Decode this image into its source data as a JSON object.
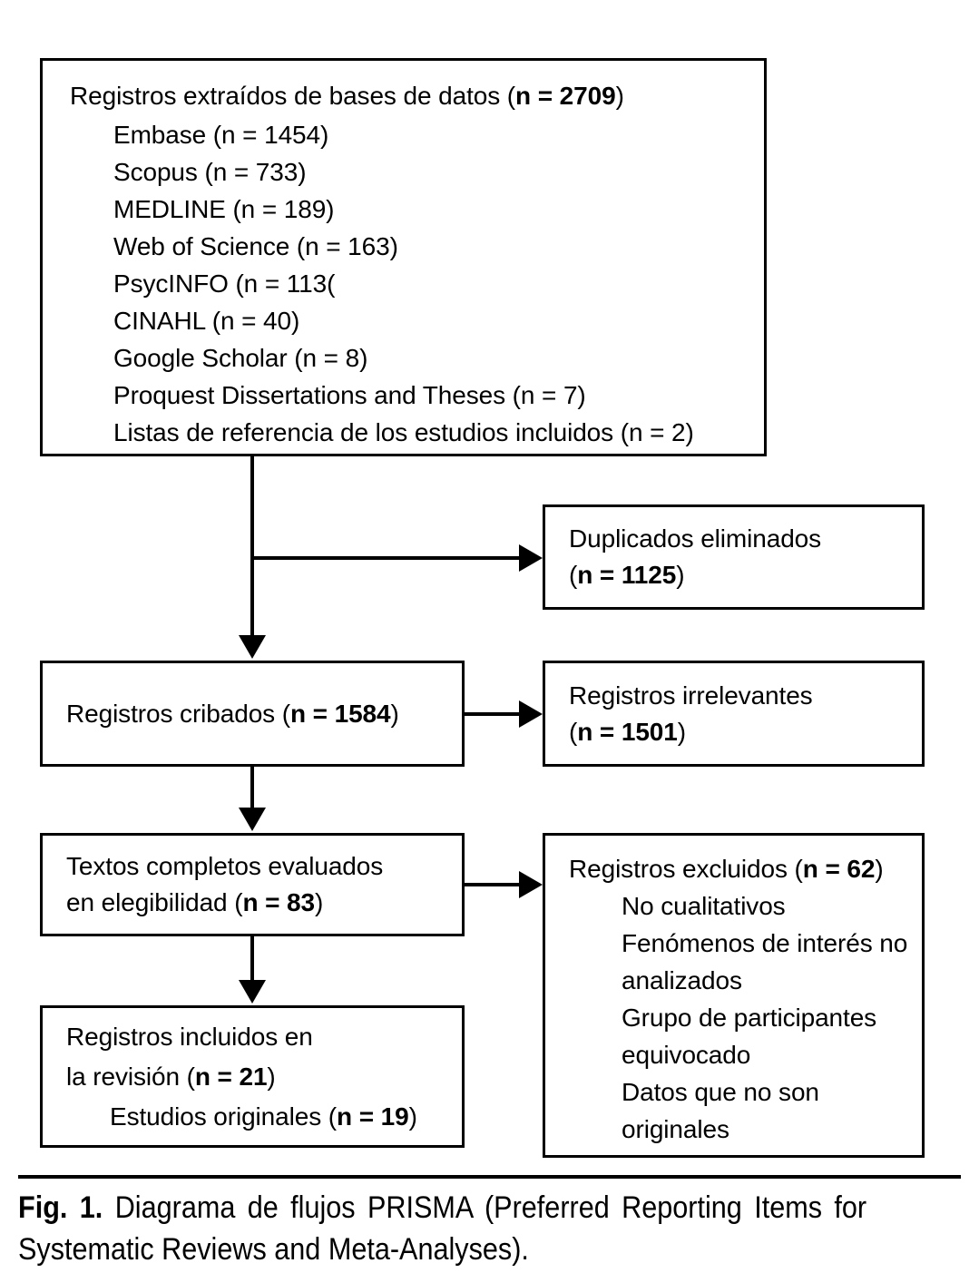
{
  "figure": {
    "label": "Fig. 1.",
    "caption": " Diagrama de flujos PRISMA (Preferred Reporting Items for Systematic Reviews and Meta-Analyses)."
  },
  "colors": {
    "border": "#000000",
    "text": "#000000",
    "background": "#ffffff"
  },
  "boxes": {
    "sources": {
      "heading_prefix": "Registros extraídos de bases de datos (",
      "heading_bold": "n = 2709",
      "heading_suffix": ")",
      "items": [
        "Embase (n = 1454)",
        "Scopus (n = 733)",
        "MEDLINE (n = 189)",
        "Web of Science (n = 163)",
        "PsycINFO (n = 113(",
        "CINAHL (n = 40)",
        "Google Scholar (n = 8)",
        "Proquest Dissertations and Theses (n = 7)",
        "Listas de referencia de los estudios incluidos (n = 2)"
      ]
    },
    "duplicates": {
      "line1": "Duplicados eliminados",
      "line2_prefix": "(",
      "line2_bold": "n = 1125",
      "line2_suffix": ")"
    },
    "screened": {
      "line1_prefix": "Registros cribados (",
      "line1_bold": "n = 1584",
      "line1_suffix": ")"
    },
    "irrelevant": {
      "line1": "Registros irrelevantes",
      "line2_prefix": "(",
      "line2_bold": "n = 1501",
      "line2_suffix": ")"
    },
    "fulltext": {
      "line1": "Textos completos evaluados",
      "line2_prefix": "en elegibilidad (",
      "line2_bold": "n = 83",
      "line2_suffix": ")"
    },
    "excluded": {
      "heading_prefix": "Registros excluidos (",
      "heading_bold": "n = 62",
      "heading_suffix": ")",
      "items": [
        "No cualitativos",
        "Fenómenos de interés no analizados",
        "Grupo de participantes equivocado",
        "Datos que no son originales"
      ]
    },
    "included": {
      "line1": "Registros incluidos en",
      "line2_prefix": "la revisión (",
      "line2_bold": "n = 21",
      "line2_suffix": ")",
      "line3_prefix": "Estudios originales (",
      "line3_bold": "n = 19",
      "line3_suffix": ")"
    }
  },
  "flow": {
    "type": "prisma-flow-diagram",
    "nodes": [
      {
        "id": "sources",
        "label": "Registros extraídos de bases de datos",
        "n": 2709
      },
      {
        "id": "duplicates",
        "label": "Duplicados eliminados",
        "n": 1125
      },
      {
        "id": "screened",
        "label": "Registros cribados",
        "n": 1584
      },
      {
        "id": "irrelevant",
        "label": "Registros irrelevantes",
        "n": 1501
      },
      {
        "id": "fulltext",
        "label": "Textos completos evaluados en elegibilidad",
        "n": 83
      },
      {
        "id": "excluded",
        "label": "Registros excluidos",
        "n": 62
      },
      {
        "id": "included",
        "label": "Registros incluidos en la revisión",
        "n": 21
      }
    ],
    "edges": [
      {
        "from": "sources",
        "to": "duplicates"
      },
      {
        "from": "sources",
        "to": "screened"
      },
      {
        "from": "screened",
        "to": "irrelevant"
      },
      {
        "from": "screened",
        "to": "fulltext"
      },
      {
        "from": "fulltext",
        "to": "excluded"
      },
      {
        "from": "fulltext",
        "to": "included"
      }
    ]
  }
}
